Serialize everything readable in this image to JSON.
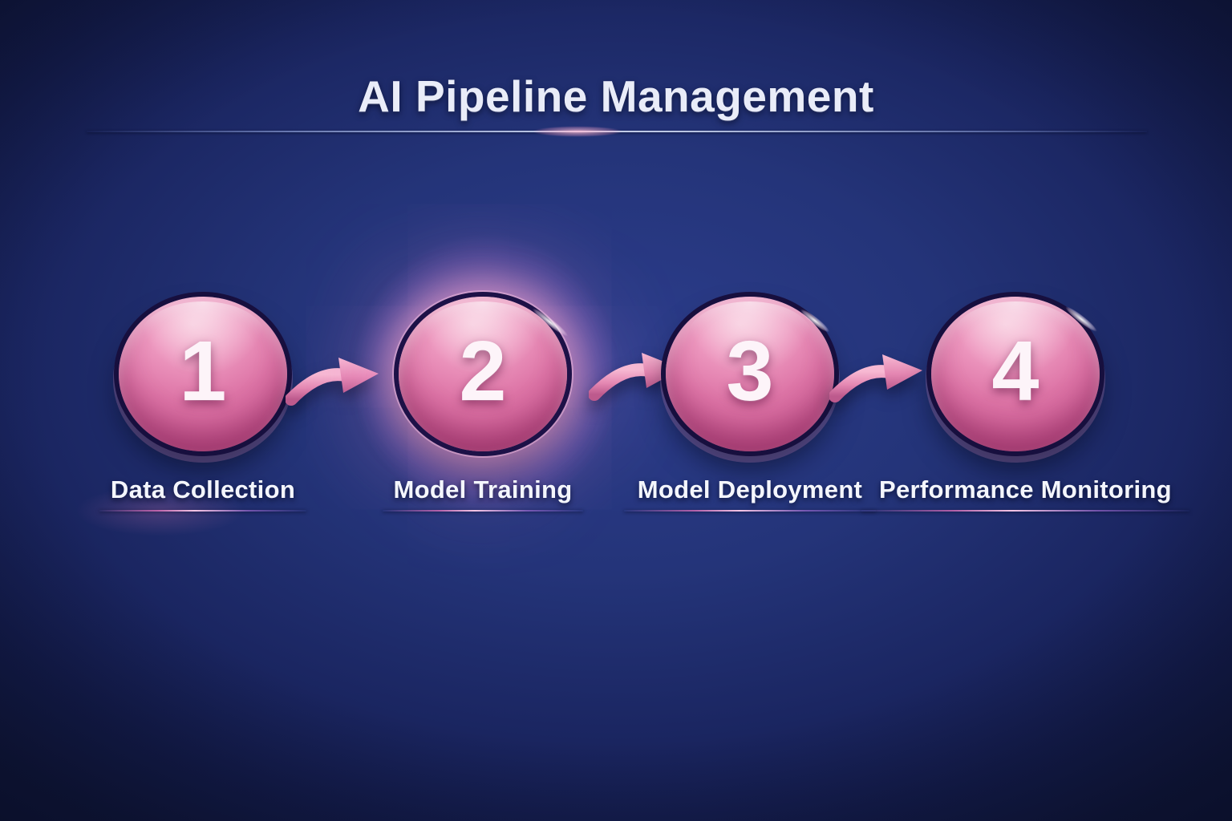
{
  "title": {
    "text": "AI Pipeline Management"
  },
  "pipeline": {
    "active_step_number": "2",
    "steps": [
      {
        "number": "1",
        "label": "Data Collection"
      },
      {
        "number": "2",
        "label": "Model Training"
      },
      {
        "number": "3",
        "label": "Model Deployment"
      },
      {
        "number": "4",
        "label": "Performance Monitoring"
      }
    ]
  },
  "icons": {
    "connector": "flow-arrow-icon",
    "sparkle": "sparkle-glint-icon"
  },
  "colors": {
    "background_center": "#2c3d8c",
    "background_edge": "#0f1638",
    "sphere_light": "#f6bcd4",
    "sphere_mid": "#cc5c93",
    "sphere_dark": "#a03b6e",
    "sphere_ring": "#170f3e",
    "active_glow": "#ffc9e6",
    "arrow_light": "#f7b9d3",
    "arrow_dark": "#bd5a8d",
    "title_color": "#e9ecf8",
    "label_color": "#f4f6fd"
  }
}
